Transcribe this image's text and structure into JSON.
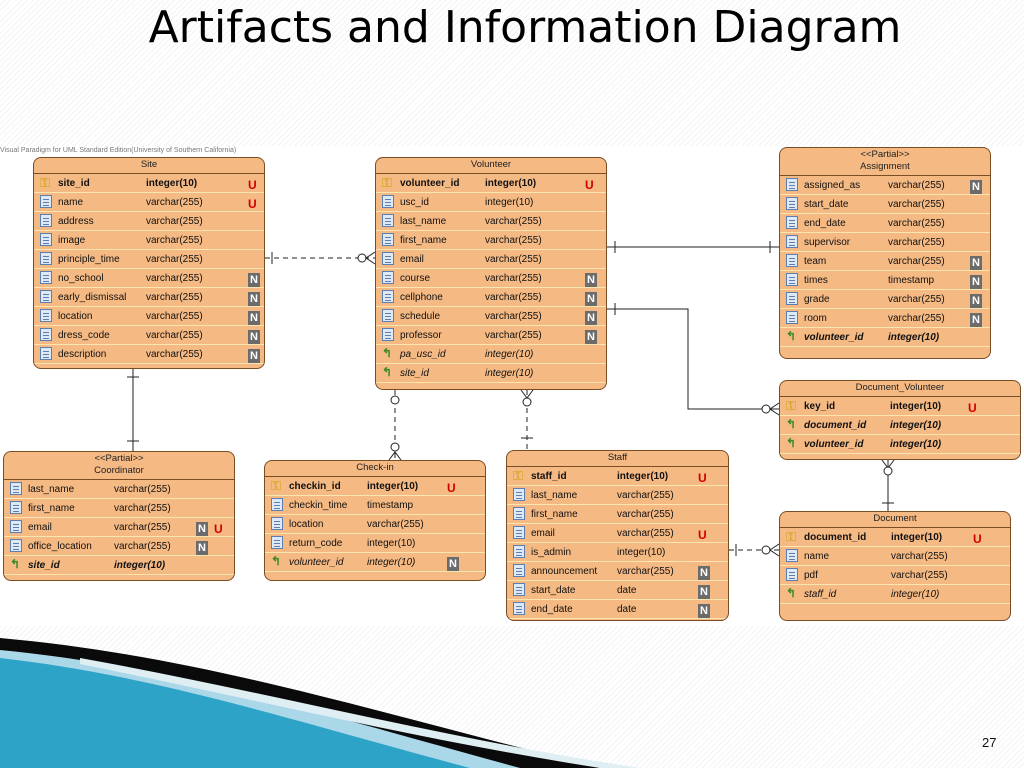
{
  "slide": {
    "title": "Artifacts and Information Diagram",
    "watermark": "Visual Paradigm for UML Standard Edition(University of Southern California)",
    "page_number": "27"
  },
  "entities": [
    {
      "name": "Site",
      "stereotype": "",
      "columns": [
        {
          "name": "site_id",
          "type": "integer(10)",
          "kind": "pk",
          "badges": [
            "U"
          ]
        },
        {
          "name": "name",
          "type": "varchar(255)",
          "kind": "col",
          "badges": [
            "U"
          ]
        },
        {
          "name": "address",
          "type": "varchar(255)",
          "kind": "col",
          "badges": []
        },
        {
          "name": "image",
          "type": "varchar(255)",
          "kind": "col",
          "badges": []
        },
        {
          "name": "principle_time",
          "type": "varchar(255)",
          "kind": "col",
          "badges": []
        },
        {
          "name": "no_school",
          "type": "varchar(255)",
          "kind": "col",
          "badges": [
            "N"
          ]
        },
        {
          "name": "early_dismissal",
          "type": "varchar(255)",
          "kind": "col",
          "badges": [
            "N"
          ]
        },
        {
          "name": "location",
          "type": "varchar(255)",
          "kind": "col",
          "badges": [
            "N"
          ]
        },
        {
          "name": "dress_code",
          "type": "varchar(255)",
          "kind": "col",
          "badges": [
            "N"
          ]
        },
        {
          "name": "description",
          "type": "varchar(255)",
          "kind": "col",
          "badges": [
            "N"
          ]
        }
      ]
    },
    {
      "name": "Volunteer",
      "stereotype": "",
      "columns": [
        {
          "name": "volunteer_id",
          "type": "integer(10)",
          "kind": "pk",
          "badges": [
            "U"
          ]
        },
        {
          "name": "usc_id",
          "type": "integer(10)",
          "kind": "col",
          "badges": []
        },
        {
          "name": "last_name",
          "type": "varchar(255)",
          "kind": "col",
          "badges": []
        },
        {
          "name": "first_name",
          "type": "varchar(255)",
          "kind": "col",
          "badges": []
        },
        {
          "name": "email",
          "type": "varchar(255)",
          "kind": "col",
          "badges": []
        },
        {
          "name": "course",
          "type": "varchar(255)",
          "kind": "col",
          "badges": [
            "N"
          ]
        },
        {
          "name": "cellphone",
          "type": "varchar(255)",
          "kind": "col",
          "badges": [
            "N"
          ]
        },
        {
          "name": "schedule",
          "type": "varchar(255)",
          "kind": "col",
          "badges": [
            "N"
          ]
        },
        {
          "name": "professor",
          "type": "varchar(255)",
          "kind": "col",
          "badges": [
            "N"
          ]
        },
        {
          "name": "pa_usc_id",
          "type": "integer(10)",
          "kind": "fki",
          "badges": []
        },
        {
          "name": "site_id",
          "type": "integer(10)",
          "kind": "fki",
          "badges": []
        }
      ]
    },
    {
      "name": "Assignment",
      "stereotype": "<<Partial>>",
      "columns": [
        {
          "name": "assigned_as",
          "type": "varchar(255)",
          "kind": "col",
          "badges": [
            "N"
          ]
        },
        {
          "name": "start_date",
          "type": "varchar(255)",
          "kind": "col",
          "badges": []
        },
        {
          "name": "end_date",
          "type": "varchar(255)",
          "kind": "col",
          "badges": []
        },
        {
          "name": "supervisor",
          "type": "varchar(255)",
          "kind": "col",
          "badges": []
        },
        {
          "name": "team",
          "type": "varchar(255)",
          "kind": "col",
          "badges": [
            "N"
          ]
        },
        {
          "name": "times",
          "type": "timestamp",
          "kind": "col",
          "badges": [
            "N"
          ]
        },
        {
          "name": "grade",
          "type": "varchar(255)",
          "kind": "col",
          "badges": [
            "N"
          ]
        },
        {
          "name": "room",
          "type": "varchar(255)",
          "kind": "col",
          "badges": [
            "N"
          ]
        },
        {
          "name": "volunteer_id",
          "type": "integer(10)",
          "kind": "fkb",
          "badges": []
        }
      ]
    },
    {
      "name": "Document_Volunteer",
      "stereotype": "",
      "columns": [
        {
          "name": "key_id",
          "type": "integer(10)",
          "kind": "pk",
          "badges": [
            "U"
          ]
        },
        {
          "name": "document_id",
          "type": "integer(10)",
          "kind": "fkb",
          "badges": []
        },
        {
          "name": "volunteer_id",
          "type": "integer(10)",
          "kind": "fkb",
          "badges": []
        }
      ]
    },
    {
      "name": "Coordinator",
      "stereotype": "<<Partial>>",
      "columns": [
        {
          "name": "last_name",
          "type": "varchar(255)",
          "kind": "col",
          "badges": []
        },
        {
          "name": "first_name",
          "type": "varchar(255)",
          "kind": "col",
          "badges": []
        },
        {
          "name": "email",
          "type": "varchar(255)",
          "kind": "col",
          "badges": [
            "N",
            "U"
          ]
        },
        {
          "name": "office_location",
          "type": "varchar(255)",
          "kind": "col",
          "badges": [
            "N"
          ]
        },
        {
          "name": "site_id",
          "type": "integer(10)",
          "kind": "fkb",
          "badges": []
        }
      ]
    },
    {
      "name": "Check-in",
      "stereotype": "",
      "columns": [
        {
          "name": "checkin_id",
          "type": "integer(10)",
          "kind": "pk",
          "badges": [
            "U"
          ]
        },
        {
          "name": "checkin_time",
          "type": "timestamp",
          "kind": "col",
          "badges": []
        },
        {
          "name": "location",
          "type": "varchar(255)",
          "kind": "col",
          "badges": []
        },
        {
          "name": "return_code",
          "type": "integer(10)",
          "kind": "col",
          "badges": []
        },
        {
          "name": "volunteer_id",
          "type": "integer(10)",
          "kind": "fki",
          "badges": [
            "N"
          ]
        }
      ]
    },
    {
      "name": "Staff",
      "stereotype": "",
      "columns": [
        {
          "name": "staff_id",
          "type": "integer(10)",
          "kind": "pk",
          "badges": [
            "U"
          ]
        },
        {
          "name": "last_name",
          "type": "varchar(255)",
          "kind": "col",
          "badges": []
        },
        {
          "name": "first_name",
          "type": "varchar(255)",
          "kind": "col",
          "badges": []
        },
        {
          "name": "email",
          "type": "varchar(255)",
          "kind": "col",
          "badges": [
            "U"
          ]
        },
        {
          "name": "is_admin",
          "type": "integer(10)",
          "kind": "col",
          "badges": []
        },
        {
          "name": "announcement",
          "type": "varchar(255)",
          "kind": "col",
          "badges": [
            "N"
          ]
        },
        {
          "name": "start_date",
          "type": "date",
          "kind": "col",
          "badges": [
            "N"
          ]
        },
        {
          "name": "end_date",
          "type": "date",
          "kind": "col",
          "badges": [
            "N"
          ]
        }
      ]
    },
    {
      "name": "Document",
      "stereotype": "",
      "columns": [
        {
          "name": "document_id",
          "type": "integer(10)",
          "kind": "pk",
          "badges": [
            "U"
          ]
        },
        {
          "name": "name",
          "type": "varchar(255)",
          "kind": "col",
          "badges": []
        },
        {
          "name": "pdf",
          "type": "varchar(255)",
          "kind": "col",
          "badges": []
        },
        {
          "name": "staff_id",
          "type": "integer(10)",
          "kind": "fki",
          "badges": []
        }
      ]
    }
  ]
}
